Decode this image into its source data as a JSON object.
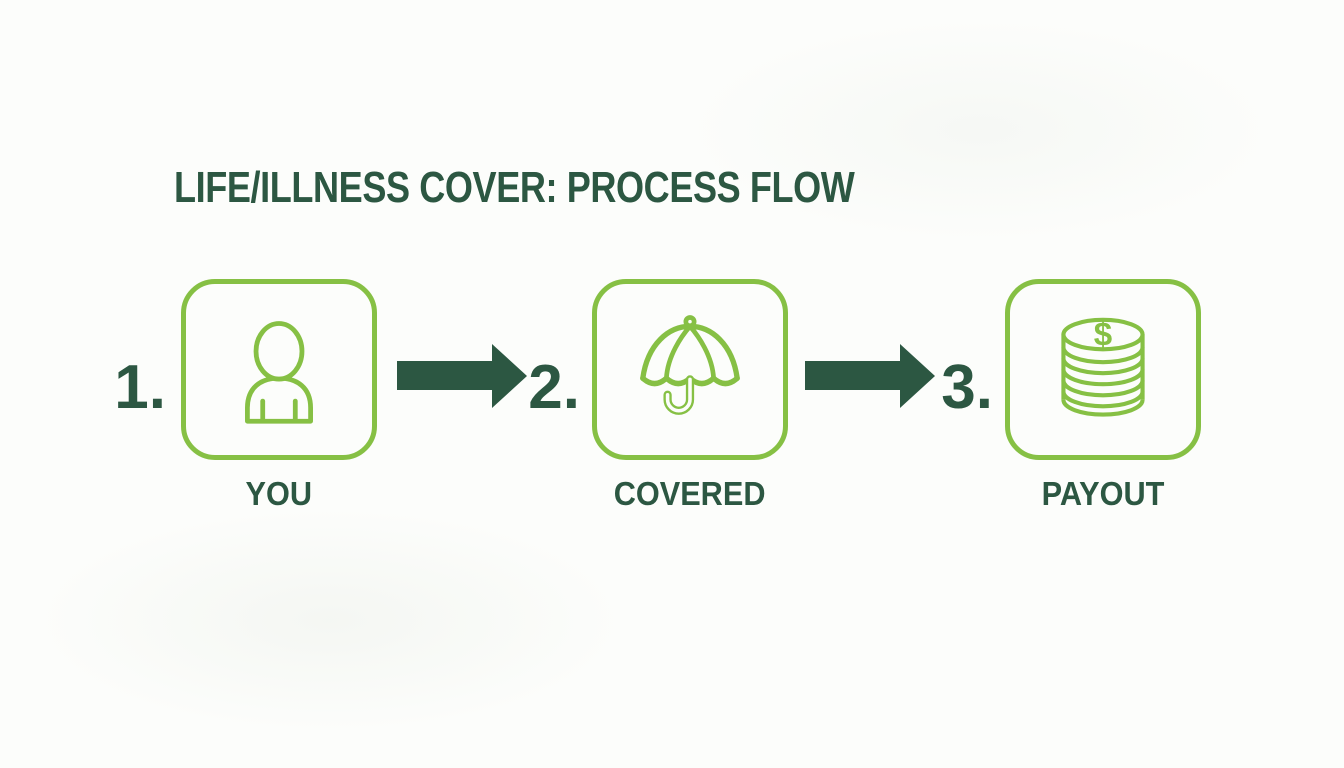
{
  "title": "LIFE/ILLNESS COVER: PROCESS FLOW",
  "colors": {
    "accent_green": "#86c044",
    "dark_green": "#2c5742",
    "background": "#fcfdfb"
  },
  "steps": [
    {
      "number": "1.",
      "label": "YOU",
      "icon": "person-icon"
    },
    {
      "number": "2.",
      "label": "COVERED",
      "icon": "umbrella-icon"
    },
    {
      "number": "3.",
      "label": "PAYOUT",
      "icon": "coins-icon",
      "symbol": "$"
    }
  ],
  "connectors": [
    {
      "icon": "arrow-right-icon"
    },
    {
      "icon": "arrow-right-icon"
    }
  ]
}
